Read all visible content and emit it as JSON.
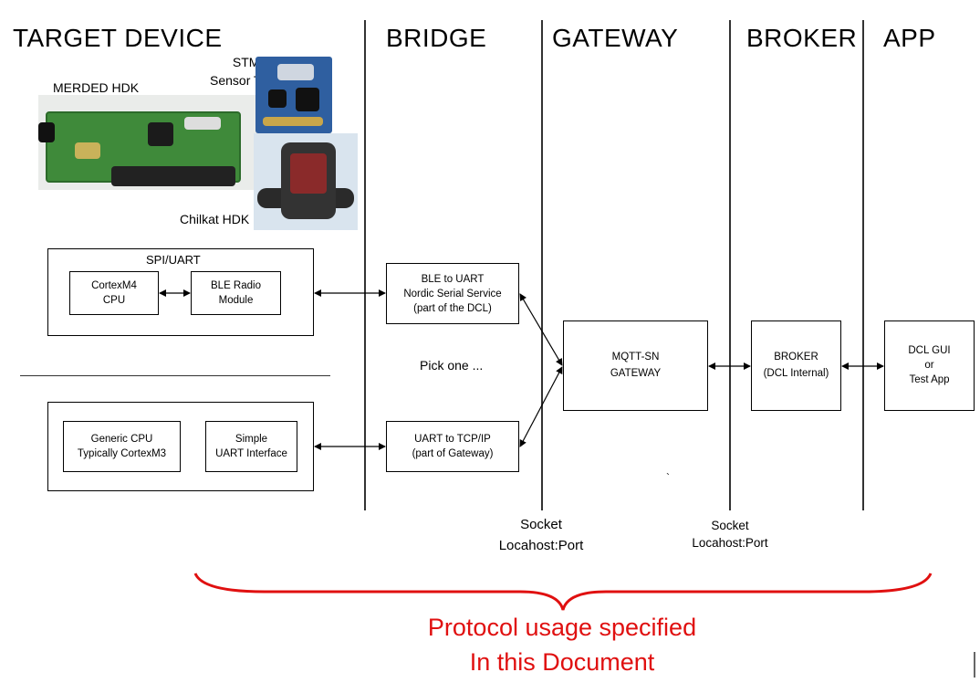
{
  "columns": {
    "target": "TARGET DEVICE",
    "bridge": "BRIDGE",
    "gateway": "GATEWAY",
    "broker": "BROKER",
    "app": "APP"
  },
  "devices": {
    "stm32": [
      "STM32",
      "Sensor Tile"
    ],
    "merded": "MERDED HDK",
    "chilkat": "Chilkat HDK"
  },
  "target_ble": {
    "bus_label": "SPI/UART",
    "cpu": [
      "CortexM4",
      "CPU"
    ],
    "radio": [
      "BLE Radio",
      "Module"
    ]
  },
  "target_uart": {
    "cpu": [
      "Generic CPU",
      "Typically CortexM3"
    ],
    "uart": [
      "Simple",
      "UART Interface"
    ]
  },
  "bridge": {
    "ble": [
      "BLE to UART",
      "Nordic Serial Service",
      "(part of the DCL)"
    ],
    "pick": "Pick one ...",
    "tcp": [
      "UART to TCP/IP",
      "(part of Gateway)"
    ]
  },
  "gateway_box": [
    "MQTT-SN",
    "GATEWAY"
  ],
  "broker_box": [
    "BROKER",
    "(DCL Internal)"
  ],
  "app_box": [
    "DCL GUI",
    "or",
    "Test App"
  ],
  "sockets": {
    "gateway": [
      "Socket",
      "Locahost:Port"
    ],
    "broker": [
      "Socket",
      "Locahost:Port"
    ]
  },
  "protocol_note": [
    "Protocol usage specified",
    "In this Document"
  ],
  "stray_mark": "`",
  "colors": {
    "accent": "#e01010",
    "line": "#000000"
  }
}
